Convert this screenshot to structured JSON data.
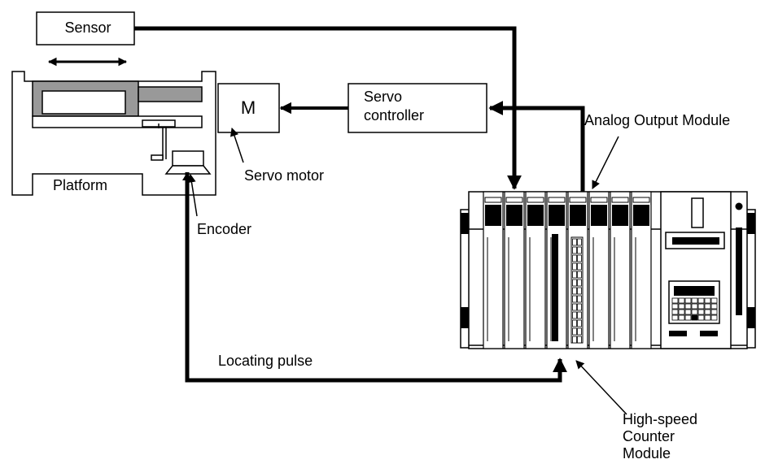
{
  "labels": {
    "sensor": "Sensor",
    "motor_symbol": "M",
    "servo_controller_line1": "Servo",
    "servo_controller_line2": "controller",
    "analog_output_module": "Analog Output Module",
    "servo_motor": "Servo motor",
    "platform": "Platform",
    "encoder": "Encoder",
    "locating_pulse": "Locating pulse",
    "hsc_line1": "High-speed",
    "hsc_line2": "Counter",
    "hsc_line3": "Module"
  },
  "colors": {
    "line": "#000000",
    "background": "#ffffff",
    "carriage_gray": "#999999",
    "module_black": "#000000"
  }
}
